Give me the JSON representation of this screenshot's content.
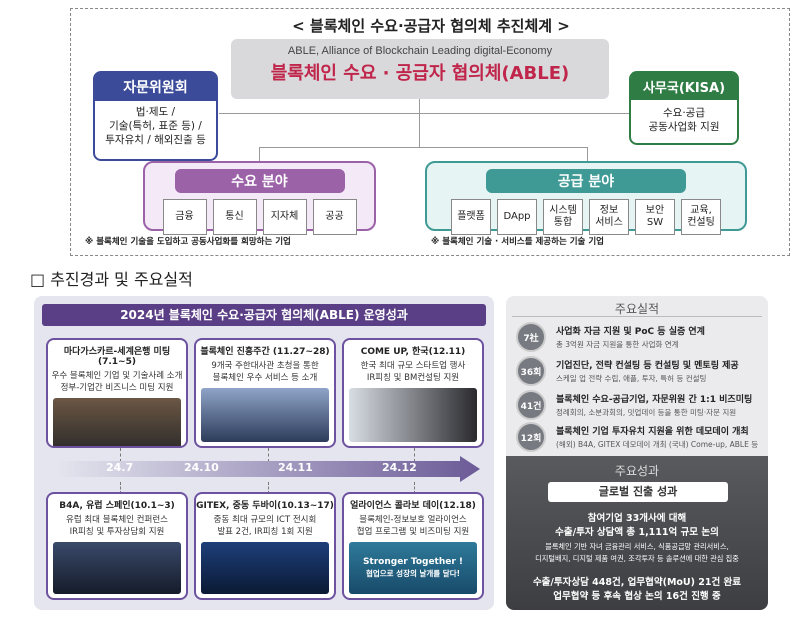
{
  "diagram": {
    "title": "< 블록체인 수요·공급자 협의체 추진체계 >",
    "center_sub": "ABLE, Alliance of Blockchain Leading digital-Economy",
    "center_main": "블록체인 수요 · 공급자 협의체(ABLE)",
    "advisory": {
      "title": "자문위원회",
      "lines": [
        "법·제도 /",
        "기술(특허, 표준 등) /",
        "투자유치 / 해외진출 등"
      ]
    },
    "secretariat": {
      "title": "사무국(KISA)",
      "lines": [
        "수요·공급",
        "공동사업화 지원"
      ]
    },
    "demand": {
      "title": "수요 분야",
      "cells": [
        "금융",
        "통신",
        "지자체",
        "공공"
      ],
      "note": "※ 블록체인 기술을 도입하고 공동사업화를 희망하는 기업"
    },
    "supply": {
      "title": "공급 분야",
      "cells": [
        "플랫폼",
        "DApp",
        "시스템\n통합",
        "정보\n서비스",
        "보안\nSW",
        "교육,\n컨설팅"
      ],
      "note": "※ 블록체인 기술 · 서비스를 제공하는 기술 기업"
    }
  },
  "section_heading": "□ 추진경과 및 주요실적",
  "left_panel": {
    "title": "2024년 블록체인 수요·공급자 협의체(ABLE) 운영성과",
    "top_cards": [
      {
        "head": "마다가스카르-세계은행 미팅 (7.1~5)",
        "body": [
          "우수 블록체인 기업 및 기술사례 소개",
          "정부-기업간 비즈니스 미팅 지원"
        ]
      },
      {
        "head": "블록체인 진흥주간 (11.27~28)",
        "body": [
          "9개국 주한대사관 초청을 통한",
          "블록체인 우수 서비스 등 소개"
        ]
      },
      {
        "head": "COME UP, 한국(12.11)",
        "body": [
          "한국 최대 규모 스타트업 행사",
          "IR피칭 및 BM컨설팅 지원"
        ]
      }
    ],
    "timeline": [
      "24.7",
      "24.10",
      "24.11",
      "24.12"
    ],
    "bottom_cards": [
      {
        "head": "B4A, 유럽 스페인(10.1~3)",
        "body": [
          "유럽 최대 블록체인 컨퍼런스",
          "IR피칭 및 투자상담회 지원"
        ]
      },
      {
        "head": "GITEX, 중동 두바이(10.13~17)",
        "body": [
          "중동 최대 규모의 ICT 전시회",
          "발표 2건, IR피칭 1회 지원"
        ]
      },
      {
        "head": "얼라이언스 콜라보 데이(12.18)",
        "body": [
          "블록체인-정보보호 얼라이언스",
          "협업 프로그램 및 비즈미팅 지원"
        ]
      }
    ],
    "banner_text": [
      "Stronger Together !",
      "협업으로 성장의 날개를 달다!"
    ]
  },
  "right_panel": {
    "top_title": "주요실적",
    "achievements": [
      {
        "badge": "7社",
        "main": "사업화 자금 지원 및 PoC 등 실증 연계",
        "sub": "총 3억원 자금 지원을 통한 사업화 연계"
      },
      {
        "badge": "36회",
        "main": "기업진단, 전략 컨설팅 등 컨설팅 및 멘토링 제공",
        "sub": "스케일 업 전략 수립, 애플, 투자, 특허 등 컨설팅"
      },
      {
        "badge": "41건",
        "main": "블록체인 수요-공급기업, 자문위원 간 1:1 비즈미팅",
        "sub": "정례회의, 소분과회의, 밋업데이 등을 통한 미팅·자문 지원"
      },
      {
        "badge": "12회",
        "main": "블록체인 기업 투자유치 지원을 위한 데모데이 개최",
        "sub": "(해외) B4A, GITEX 데모데이 개최 (국내) Come-up, ABLE 등"
      }
    ],
    "bottom_title": "주요성과",
    "global_badge": "글로벌 진출 성과",
    "lines1": [
      "참여기업 33개사에 대해",
      "수출/투자 상담액 총 1,111억 규모 논의"
    ],
    "lines2": [
      "블록체인 기반 자녀 금융관리 서비스, 식품공급망 관리서비스,",
      "디지털배지, 디지털 제품 여권, 조각투자 등 솔루션에 대한 관심 집중"
    ],
    "lines3": [
      "수출/투자상담 448건, 업무협약(MoU) 21건 완료",
      "업무협약 등 후속 협상 논의 16건 진행 중"
    ]
  }
}
